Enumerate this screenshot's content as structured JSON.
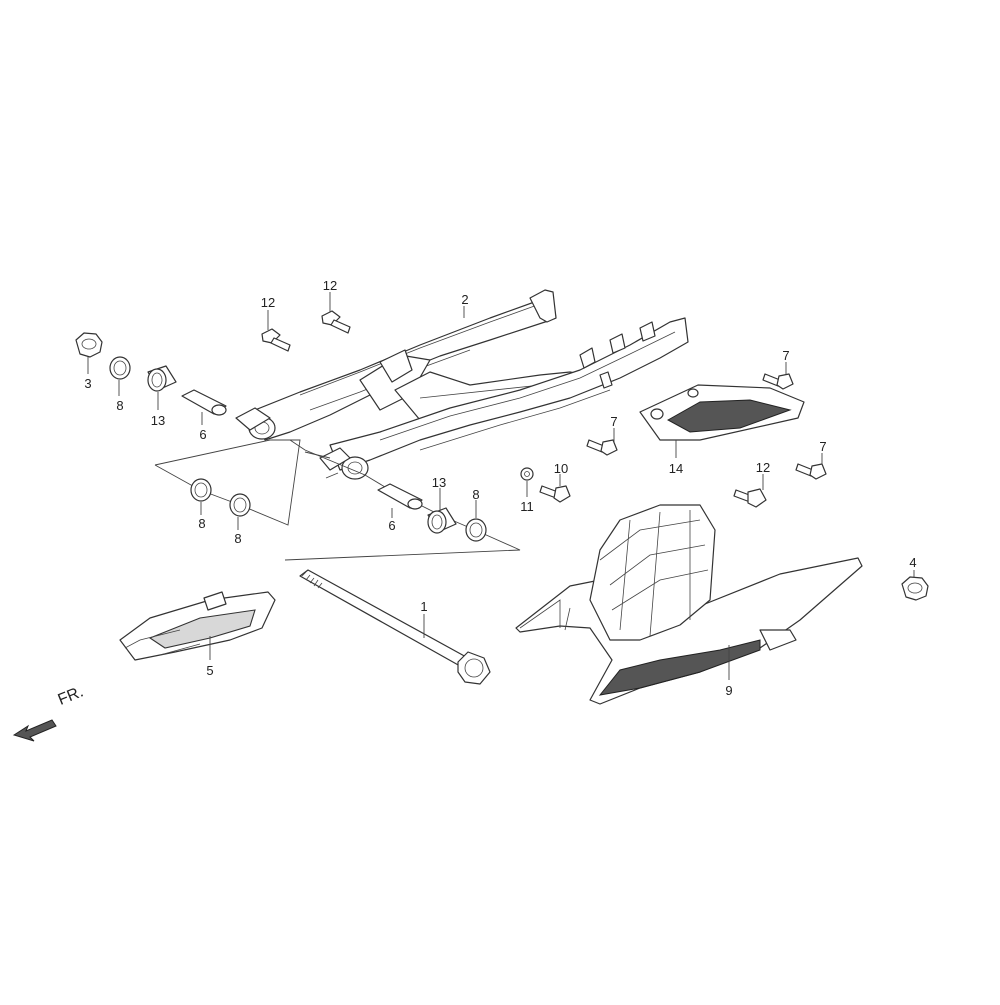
{
  "front_marker": "FR.",
  "callouts": [
    {
      "id": "cal-3",
      "text": "3"
    },
    {
      "id": "cal-8a",
      "text": "8"
    },
    {
      "id": "cal-13a",
      "text": "13"
    },
    {
      "id": "cal-6a",
      "text": "6"
    },
    {
      "id": "cal-12a",
      "text": "12"
    },
    {
      "id": "cal-12b",
      "text": "12"
    },
    {
      "id": "cal-2",
      "text": "2"
    },
    {
      "id": "cal-8b",
      "text": "8"
    },
    {
      "id": "cal-8c",
      "text": "8"
    },
    {
      "id": "cal-6b",
      "text": "6"
    },
    {
      "id": "cal-13b",
      "text": "13"
    },
    {
      "id": "cal-8d",
      "text": "8"
    },
    {
      "id": "cal-11",
      "text": "11"
    },
    {
      "id": "cal-10",
      "text": "10"
    },
    {
      "id": "cal-7a",
      "text": "7"
    },
    {
      "id": "cal-7b",
      "text": "7"
    },
    {
      "id": "cal-7c",
      "text": "7"
    },
    {
      "id": "cal-14",
      "text": "14"
    },
    {
      "id": "cal-12c",
      "text": "12"
    },
    {
      "id": "cal-4",
      "text": "4"
    },
    {
      "id": "cal-1",
      "text": "1"
    },
    {
      "id": "cal-5",
      "text": "5"
    },
    {
      "id": "cal-9",
      "text": "9"
    }
  ]
}
